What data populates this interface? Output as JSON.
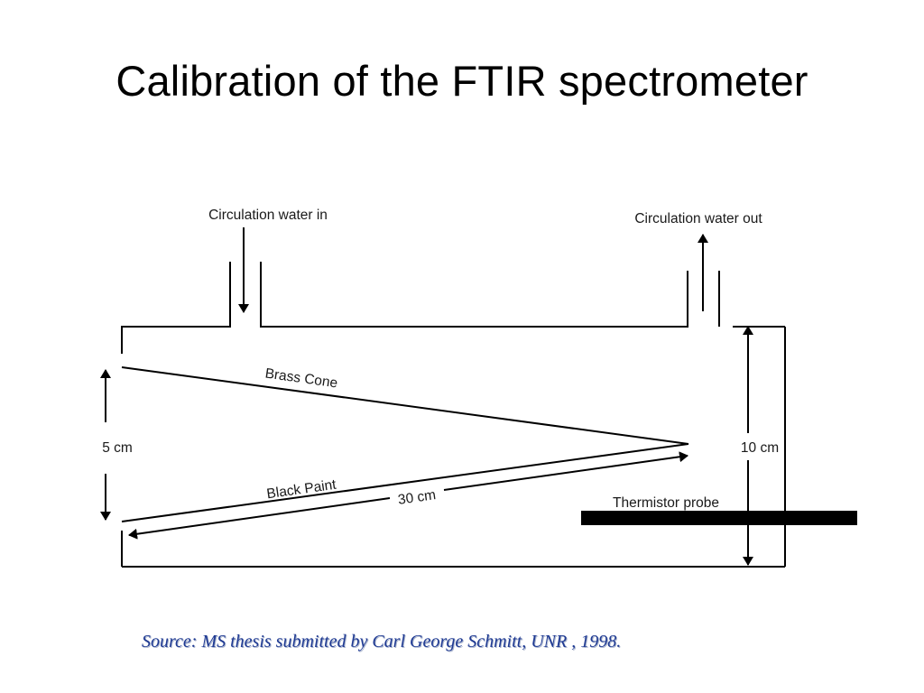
{
  "slide": {
    "title": "Calibration of the FTIR spectrometer",
    "source": "Source: MS thesis submitted by Carl George Schmitt, UNR , 1998."
  },
  "diagram": {
    "labels": {
      "water_in": "Circulation water in",
      "water_out": "Circulation water out",
      "brass_cone": "Brass Cone",
      "black_paint": "Black Paint",
      "length": "30 cm",
      "aperture": "5 cm",
      "height": "10 cm",
      "thermistor": "Thermistor probe"
    }
  }
}
